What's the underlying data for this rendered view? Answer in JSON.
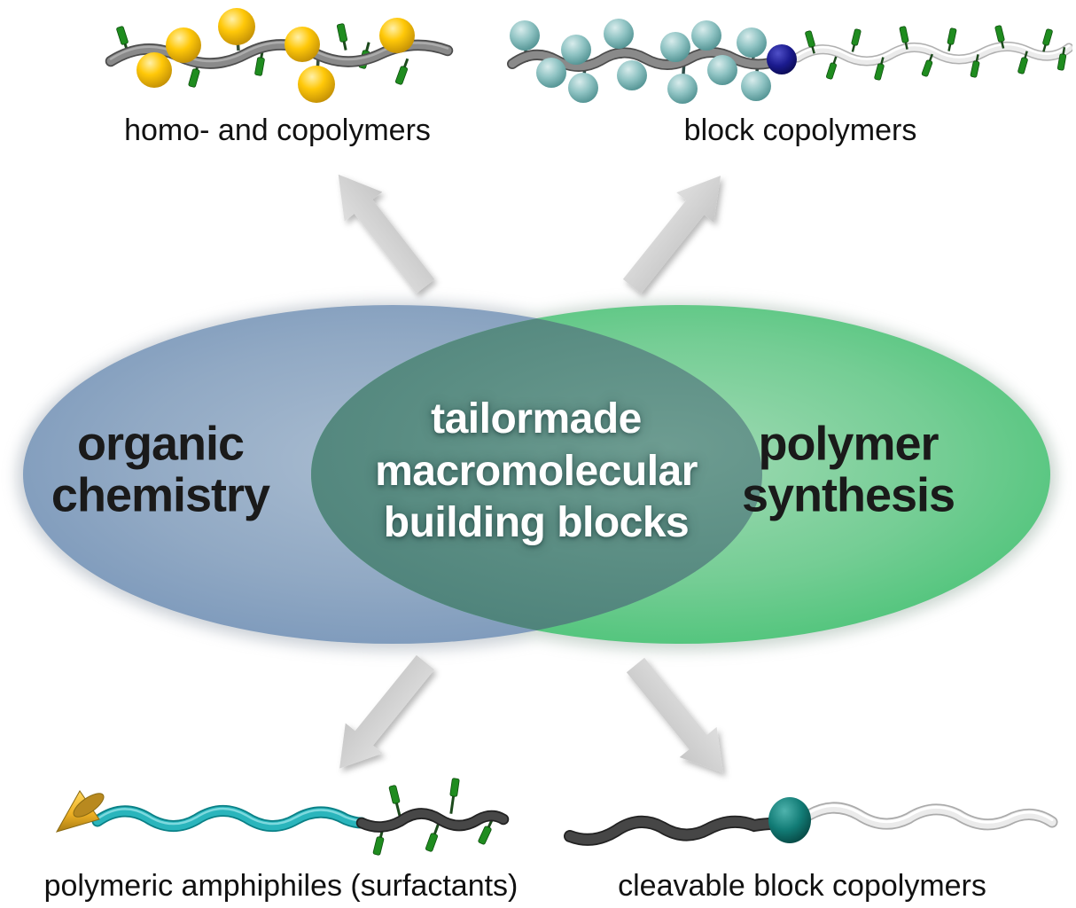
{
  "figure_type": "concept-venn-diagram",
  "venn": {
    "left_ellipse": {
      "line1": "organic",
      "line2": "chemistry",
      "fill": "#7f9cbe",
      "text_color": "#1a1a1a"
    },
    "right_ellipse": {
      "line1": "polymer",
      "line2": "synthesis",
      "fill": "#4ac476",
      "text_color": "#1a1a1a"
    },
    "overlap": {
      "line1": "tailormade",
      "line2": "macromolecular",
      "line3": "building blocks",
      "fill": "#55897f",
      "text_color": "#ffffff"
    }
  },
  "figures": {
    "top_left": {
      "label": "homo- and copolymers"
    },
    "top_right": {
      "label": "block copolymers"
    },
    "bottom_left": {
      "label": "polymeric amphiphiles (surfactants)"
    },
    "bottom_right": {
      "label": "cleavable block copolymers"
    }
  },
  "arrows": {
    "up_left": {
      "direction": "up-left",
      "points_to": "homo- and copolymers"
    },
    "up_right": {
      "direction": "up-right",
      "points_to": "block copolymers"
    },
    "down_left": {
      "direction": "down-left",
      "points_to": "polymeric amphiphiles (surfactants)"
    },
    "down_right": {
      "direction": "down-right",
      "points_to": "cleavable block copolymers"
    }
  },
  "palette": {
    "backbone_gray": "#8a8a8a",
    "backbone_dark": "#3f3f3f",
    "backbone_white": "#ebebeb",
    "backbone_cyan": "#2ab5bc",
    "side_group_green": "#1f8c1f",
    "sphere_yellow": "#ffc608",
    "sphere_teal_light": "#8abfbf",
    "sphere_navy": "#1a1a8e",
    "sphere_teal_dark": "#14807b",
    "cone_gold": "#f0b429",
    "arrow_gray": "#d3d3d3",
    "background": "#ffffff"
  }
}
